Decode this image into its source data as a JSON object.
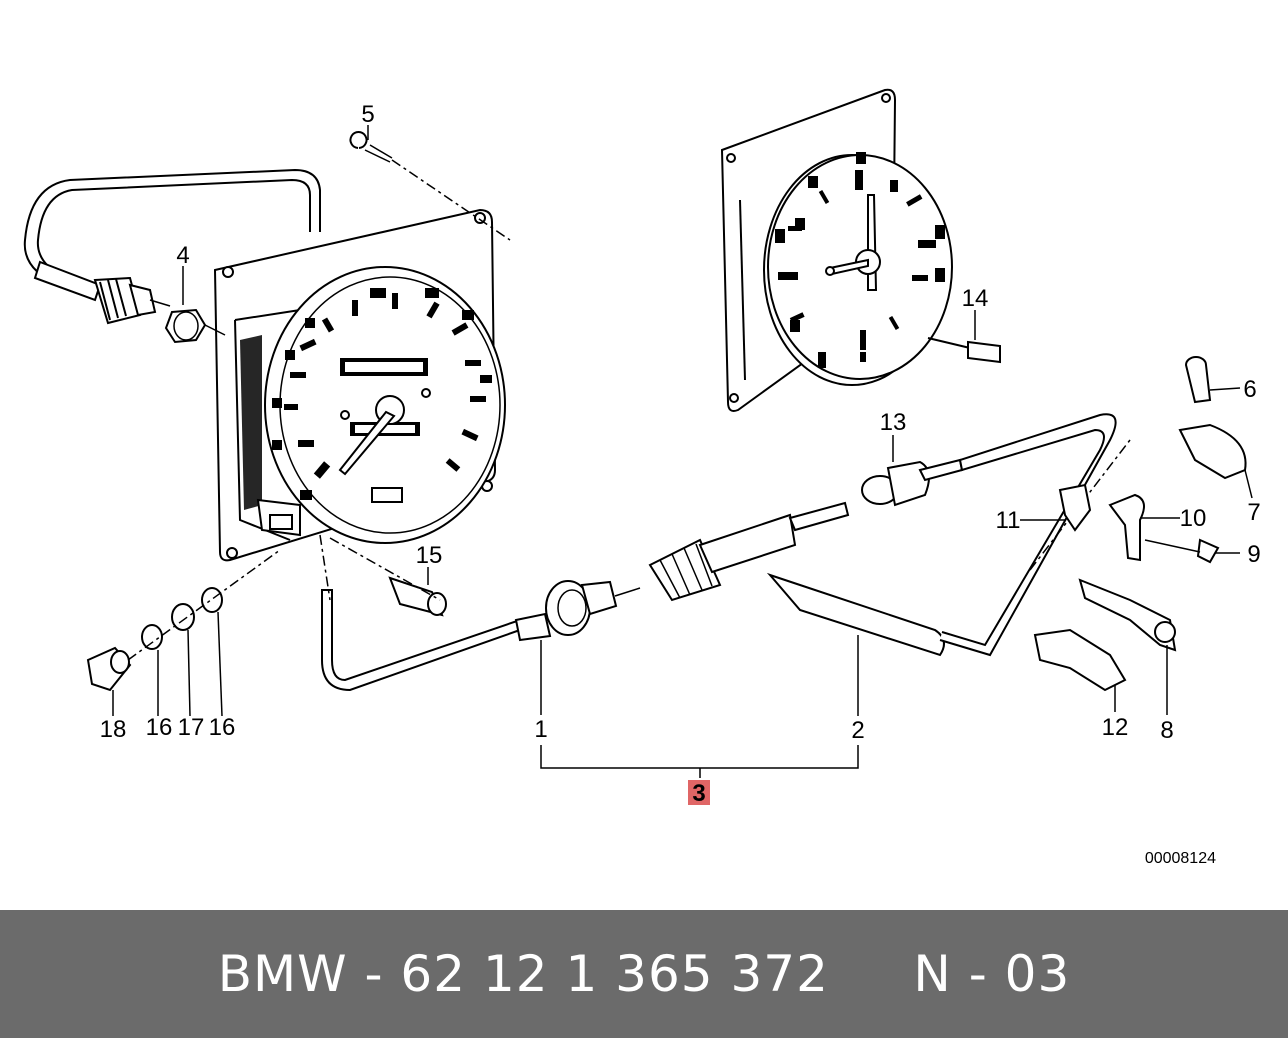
{
  "diagram": {
    "reference_number": "00008124",
    "highlighted_callout": "3",
    "callouts": [
      "1",
      "2",
      "3",
      "4",
      "5",
      "6",
      "7",
      "8",
      "9",
      "10",
      "11",
      "12",
      "13",
      "14",
      "15",
      "16",
      "16",
      "17",
      "18"
    ]
  },
  "footer": {
    "text": "BMW - 62 12 1 365 372     N - 03",
    "background": "#6b6b6b"
  },
  "colors": {
    "highlight": "#e06666",
    "line": "#000000"
  }
}
